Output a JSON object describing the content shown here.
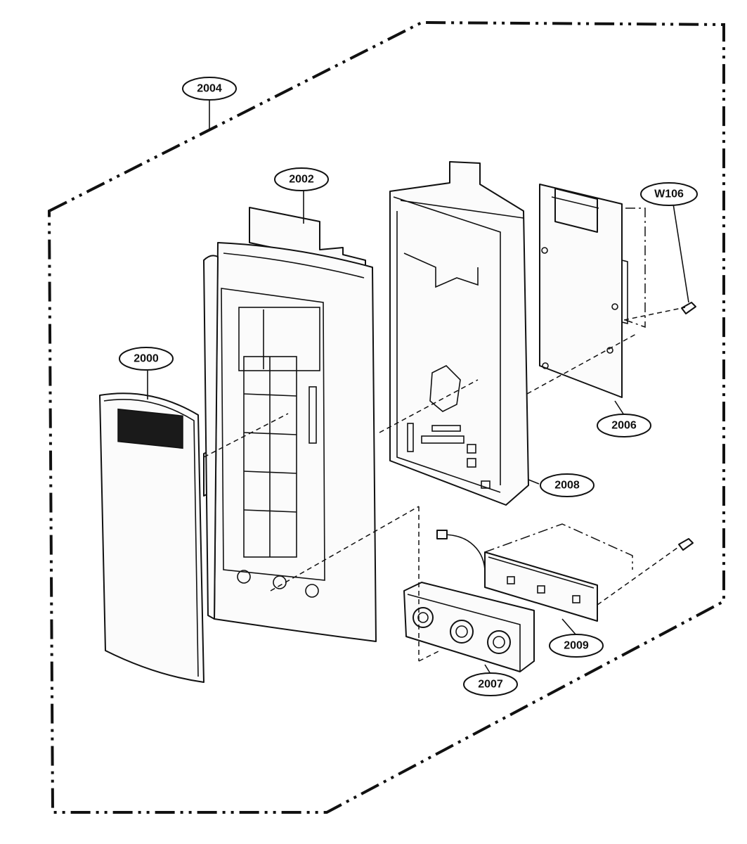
{
  "callouts": {
    "c2004": "2004",
    "c2002": "2002",
    "c2000": "2000",
    "cW106": "W106",
    "c2006": "2006",
    "c2008": "2008",
    "c2009": "2009",
    "c2007": "2007"
  }
}
